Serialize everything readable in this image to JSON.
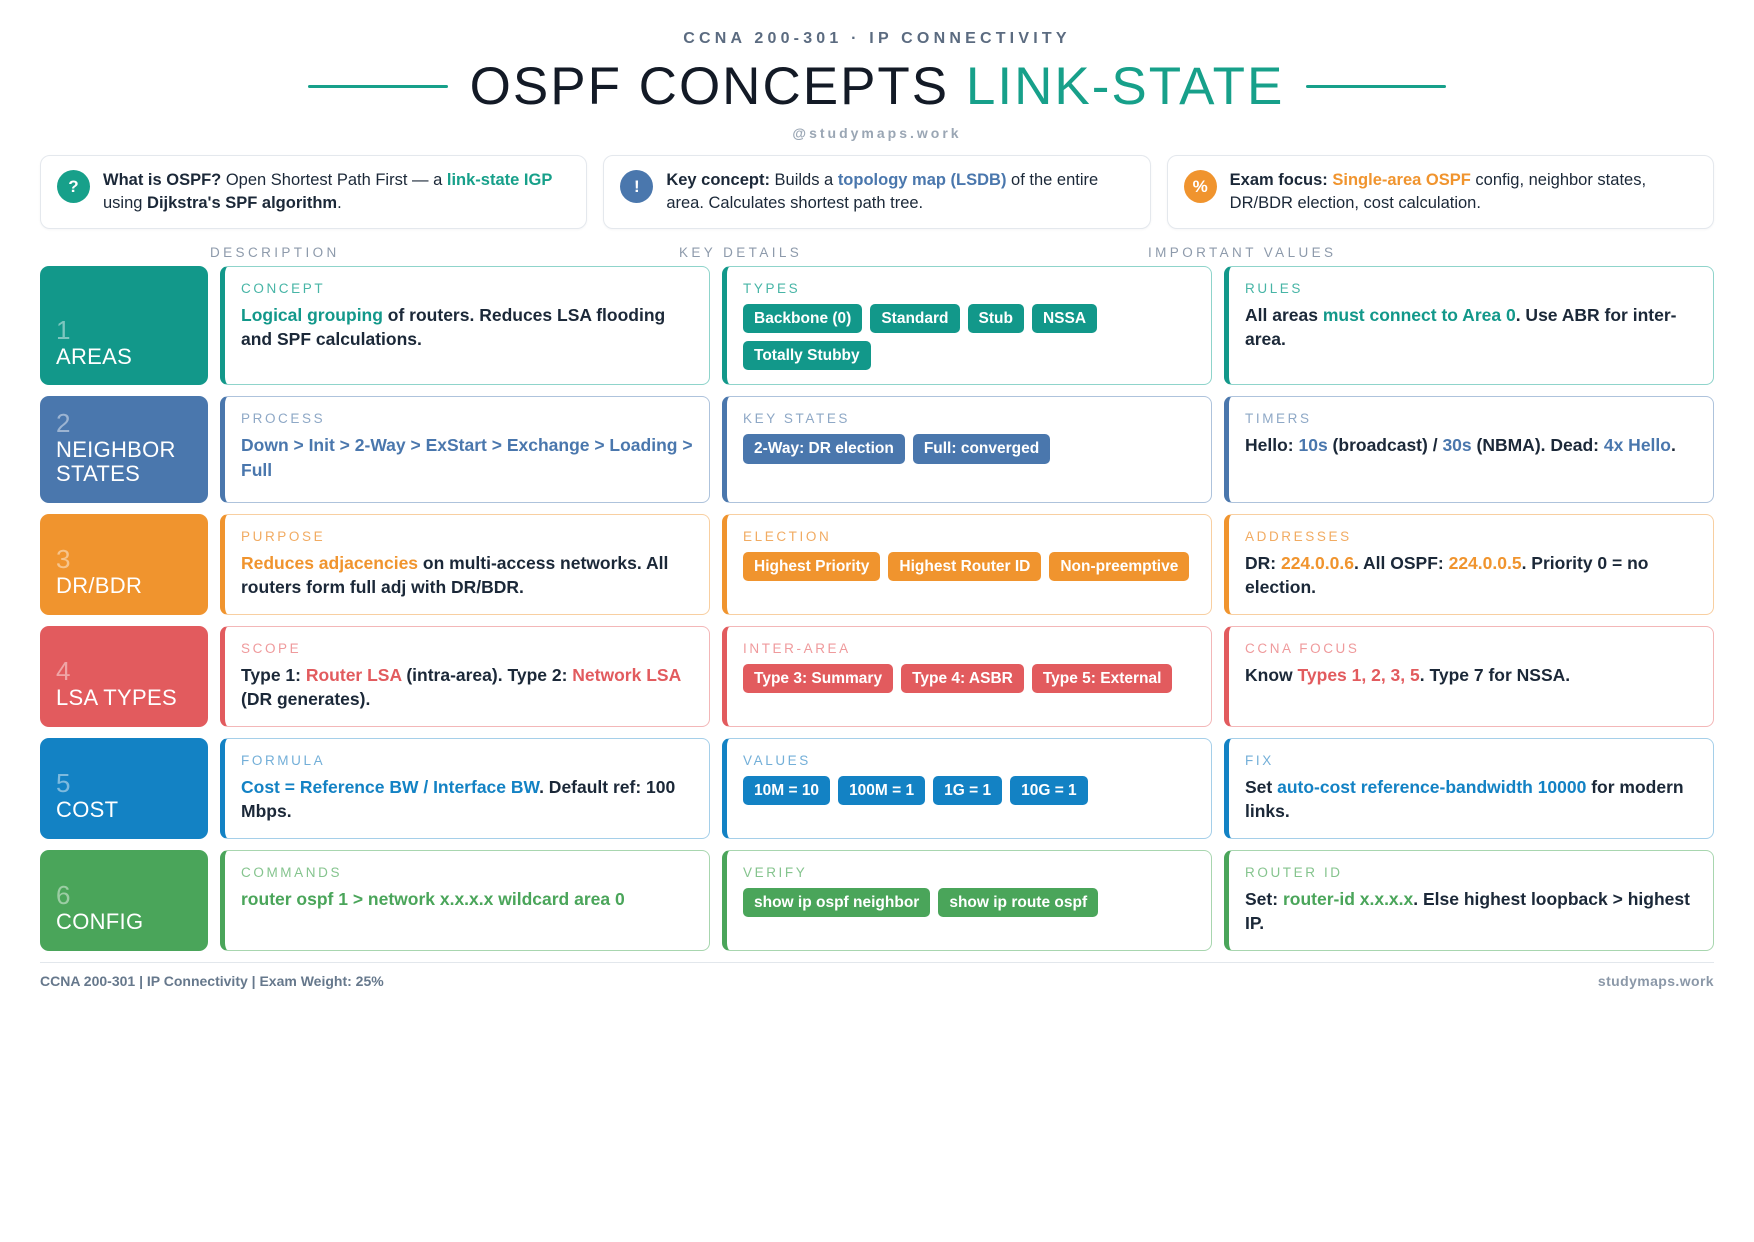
{
  "header": {
    "kicker": "CCNA 200-301 · IP CONNECTIVITY",
    "title_main": "OSPF CONCEPTS",
    "title_accent": "LINK-STATE",
    "handle": "@studymaps.work"
  },
  "callouts": [
    {
      "icon": "question-mark-icon",
      "glyph": "?",
      "color": "#17a08a",
      "label": "What is OSPF?",
      "text_1": " Open Shortest Path First — a ",
      "highlight_1": "link-state IGP",
      "text_2": " using ",
      "bold_2": "Dijkstra's SPF algorithm",
      "text_3": "."
    },
    {
      "icon": "exclamation-mark-icon",
      "glyph": "!",
      "color": "#4a77ad",
      "label": "Key concept:",
      "text_1": " Builds a ",
      "highlight_1": "topology map (LSDB)",
      "text_2": " of the entire area. Calculates shortest path tree.",
      "bold_2": "",
      "text_3": ""
    },
    {
      "icon": "percent-icon",
      "glyph": "%",
      "color": "#f0942e",
      "label": "Exam focus:",
      "text_1": " ",
      "highlight_1": "Single-area OSPF",
      "text_2": " config, neighbor states, DR/BDR election, cost calculation.",
      "bold_2": "",
      "text_3": ""
    }
  ],
  "columns": [
    "DESCRIPTION",
    "KEY DETAILS",
    "IMPORTANT VALUES"
  ],
  "rows": [
    {
      "num": "1",
      "name": "AREAS",
      "color": "#12988a",
      "border": "#8fd4cb",
      "accent": "#12988a",
      "title_color": "#47b5a6",
      "cells": [
        {
          "title": "CONCEPT",
          "type": "text",
          "parts": [
            {
              "t": "Logical grouping",
              "style": "accent-bold"
            },
            {
              "t": " of routers. Reduces LSA flooding and SPF calculations.",
              "style": "plain-bold"
            }
          ]
        },
        {
          "title": "TYPES",
          "type": "chips",
          "chips": [
            "Backbone (0)",
            "Standard",
            "Stub",
            "NSSA",
            "Totally Stubby"
          ]
        },
        {
          "title": "RULES",
          "type": "text",
          "parts": [
            {
              "t": "All areas ",
              "style": "plain-bold"
            },
            {
              "t": "must connect to Area 0",
              "style": "accent-bold"
            },
            {
              "t": ". Use ABR for inter-area.",
              "style": "plain-bold"
            }
          ]
        }
      ]
    },
    {
      "num": "2",
      "name": "NEIGHBOR STATES",
      "color": "#4a77ad",
      "border": "#aec3dc",
      "accent": "#4a77ad",
      "title_color": "#8ea8c6",
      "cells": [
        {
          "title": "PROCESS",
          "type": "text",
          "parts": [
            {
              "t": "Down > Init > 2-Way > ExStart > Exchange > Loading > Full",
              "style": "accent-bold"
            }
          ]
        },
        {
          "title": "KEY STATES",
          "type": "chips",
          "chips": [
            "2-Way: DR election",
            "Full: converged"
          ]
        },
        {
          "title": "TIMERS",
          "type": "text",
          "parts": [
            {
              "t": "Hello: ",
              "style": "plain-bold"
            },
            {
              "t": "10s",
              "style": "accent-bold"
            },
            {
              "t": " (broadcast) / ",
              "style": "plain-bold"
            },
            {
              "t": "30s",
              "style": "accent-bold"
            },
            {
              "t": " (NBMA). Dead: ",
              "style": "plain-bold"
            },
            {
              "t": "4x Hello",
              "style": "accent-bold"
            },
            {
              "t": ".",
              "style": "plain-bold"
            }
          ]
        }
      ]
    },
    {
      "num": "3",
      "name": "DR/BDR",
      "color": "#f0942e",
      "border": "#f8cfa1",
      "accent": "#f0942e",
      "title_color": "#f1ab62",
      "cells": [
        {
          "title": "PURPOSE",
          "type": "text",
          "parts": [
            {
              "t": "Reduces adjacencies",
              "style": "accent-bold"
            },
            {
              "t": " on multi-access networks. All routers form full adj with DR/BDR.",
              "style": "plain-bold"
            }
          ]
        },
        {
          "title": "ELECTION",
          "type": "chips",
          "chips": [
            "Highest Priority",
            "Highest Router ID",
            "Non-preemptive"
          ]
        },
        {
          "title": "ADDRESSES",
          "type": "text",
          "parts": [
            {
              "t": "DR: ",
              "style": "plain-bold"
            },
            {
              "t": "224.0.0.6",
              "style": "accent-bold"
            },
            {
              "t": ". All OSPF: ",
              "style": "plain-bold"
            },
            {
              "t": "224.0.0.5",
              "style": "accent-bold"
            },
            {
              "t": ". Priority 0 = no election.",
              "style": "plain-bold"
            }
          ]
        }
      ]
    },
    {
      "num": "4",
      "name": "LSA TYPES",
      "color": "#e25b5e",
      "border": "#f3b7b8",
      "accent": "#e25b5e",
      "title_color": "#ef9a9c",
      "cells": [
        {
          "title": "SCOPE",
          "type": "text",
          "parts": [
            {
              "t": "Type 1: ",
              "style": "plain-bold"
            },
            {
              "t": "Router LSA",
              "style": "accent-bold"
            },
            {
              "t": " (intra-area). Type 2: ",
              "style": "plain-bold"
            },
            {
              "t": "Network LSA",
              "style": "accent-bold"
            },
            {
              "t": " (DR generates).",
              "style": "plain-bold"
            }
          ]
        },
        {
          "title": "INTER-AREA",
          "type": "chips",
          "chips": [
            "Type 3: Summary",
            "Type 4: ASBR",
            "Type 5: External"
          ]
        },
        {
          "title": "CCNA FOCUS",
          "type": "text",
          "parts": [
            {
              "t": "Know ",
              "style": "plain-bold"
            },
            {
              "t": "Types 1, 2, 3, 5",
              "style": "accent-bold"
            },
            {
              "t": ". Type 7 for NSSA.",
              "style": "plain-bold"
            }
          ]
        }
      ]
    },
    {
      "num": "5",
      "name": "COST",
      "color": "#1382c4",
      "border": "#a5cfe9",
      "accent": "#1382c4",
      "title_color": "#73afd8",
      "cells": [
        {
          "title": "FORMULA",
          "type": "text",
          "parts": [
            {
              "t": "Cost = Reference BW / Interface BW",
              "style": "accent-bold"
            },
            {
              "t": ". Default ref: 100 Mbps.",
              "style": "plain-bold"
            }
          ]
        },
        {
          "title": "VALUES",
          "type": "chips",
          "chips": [
            "10M = 10",
            "100M = 1",
            "1G = 1",
            "10G = 1"
          ]
        },
        {
          "title": "FIX",
          "type": "text",
          "parts": [
            {
              "t": "Set ",
              "style": "plain-bold"
            },
            {
              "t": "auto-cost reference-bandwidth 10000",
              "style": "accent-bold"
            },
            {
              "t": " for modern links.",
              "style": "plain-bold"
            }
          ]
        }
      ]
    },
    {
      "num": "6",
      "name": "CONFIG",
      "color": "#4aa55a",
      "border": "#a8d6af",
      "accent": "#4aa55a",
      "title_color": "#85c48e",
      "cells": [
        {
          "title": "COMMANDS",
          "type": "text",
          "parts": [
            {
              "t": "router ospf 1 > network x.x.x.x wildcard area 0",
              "style": "accent-bold"
            }
          ]
        },
        {
          "title": "VERIFY",
          "type": "chips",
          "chips": [
            "show ip ospf neighbor",
            "show ip route ospf"
          ]
        },
        {
          "title": "ROUTER ID",
          "type": "text",
          "parts": [
            {
              "t": "Set: ",
              "style": "plain-bold"
            },
            {
              "t": "router-id x.x.x.x",
              "style": "accent-bold"
            },
            {
              "t": ". Else highest loopback > highest IP.",
              "style": "plain-bold"
            }
          ]
        }
      ]
    }
  ],
  "footer": {
    "left": "CCNA 200-301 | IP Connectivity | Exam Weight: 25%",
    "right": "studymaps.work"
  }
}
